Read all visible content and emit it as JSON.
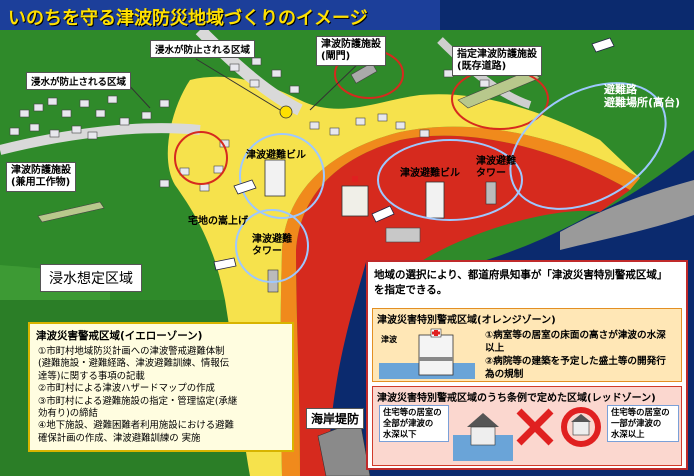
{
  "title": "いのちを守る津波防災地域づくりのイメージ",
  "map_labels": {
    "flood_prevented_left": "浸水が防止される区域",
    "flood_prevented_top": "浸水が防止される区域",
    "gate": "津波防護施設\n(閘門)",
    "designated_facility": "指定津波防護施設\n(既存道路)",
    "evacuation_route": "避難路\n避難場所(高台)",
    "tsunami_evac_building_left": "津波避難ビル",
    "tsunami_evac_building_right": "津波避難ビル",
    "tsunami_evac_tower_right": "津波避難\nタワー",
    "tsunami_evac_tower_left": "津波避難\nタワー",
    "multi_use_structure": "津波防護施設\n(兼用工作物)",
    "land_raising": "宅地の嵩上げ",
    "inundation_area": "浸水想定区域",
    "seawall": "海岸堤防"
  },
  "yellow_zone": {
    "heading": "津波災害警戒区域(イエローゾーン)",
    "items": [
      "①市町村地域防災計画への津波警戒避難体制",
      "  (避難施設・避難経路、津波避難訓練、情報伝",
      "  達等)に関する事項の記載",
      "②市町村による津波ハザードマップの作成",
      "③市町村による避難施設の指定・管理協定(承継",
      "  効有り)の締結",
      "④地下施設、避難困難者利用施設における避難",
      "  確保計画の作成、津波避難訓練の 実施"
    ]
  },
  "info": {
    "lead": "地域の選択により、都道府県知事が「津波災害特別警戒区域」を指定できる。",
    "orange_heading": "津波災害特別警戒区域(オレンジゾーン)",
    "orange_items": [
      "①病室等の居室の床面の高さが津波の水深以上",
      "②病院等の建築を予定した盛土等の開発行為の規制"
    ],
    "tsunami_label": "津波",
    "red_heading": "津波災害特別警戒区域のうち条例で定めた区域(レッドゾーン)",
    "red_left": "住宅等の居室の\n全部が津波の\n水深以下",
    "red_right": "住宅等の居室の\n一部が津波の\n水深以上"
  },
  "colors": {
    "title_bg": "#1c3f9a",
    "title_text": "#ffe000",
    "land": "#2f8a2a",
    "sea": "#0b2a6e",
    "yellow_zone": "#f6e24c",
    "orange_zone": "#f08a1c",
    "red_zone": "#d62a1e",
    "road": "#d9d9d9"
  },
  "icons": {
    "hand": "pointing-hand-icon",
    "cross_mark": "red-x-icon",
    "check_circle": "red-circle-icon"
  }
}
